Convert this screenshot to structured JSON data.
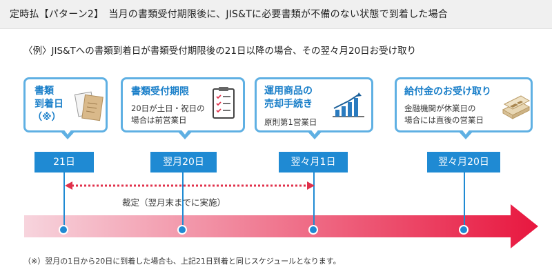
{
  "header": {
    "title": "定時払【パターン2】　当月の書類受付期限後に、JIS&Tに必要書類が不備のない状態で到着した場合"
  },
  "example": {
    "text": "〈例〉JIS&Tへの書類到着日が書類受付期限後の21日以降の場合、その翌々月20日お受け取り"
  },
  "cards": [
    {
      "title_l1": "書類",
      "title_l2": "到着日",
      "title_l3": "（※）",
      "icon": "documents-icon"
    },
    {
      "title": "書類受付期限",
      "desc_l1": "20日が土日・祝日の",
      "desc_l2": "場合は前営業日",
      "icon": "checklist-clipboard-icon"
    },
    {
      "title_l1": "運用商品の",
      "title_l2": "売却手続き",
      "desc": "原則第1営業日",
      "icon": "rising-bar-chart-icon"
    },
    {
      "title": "給付金のお受け取り",
      "desc_l1": "金融機関が休業日の",
      "desc_l2": "場合には直後の営業日",
      "icon": "money-bundle-icon"
    }
  ],
  "dates": [
    "21日",
    "翌月20日",
    "翌々月1日",
    "翌々月20日"
  ],
  "period_label": "裁定（翌月末までに実施）",
  "footnote": "（※）翌月の1日から20日に到着した場合も、上記21日到着と同じスケジュールとなります。",
  "colors": {
    "accent": "#1f8ad3",
    "card_border": "#5fb0e3",
    "title_text": "#1a7fc9",
    "dotted": "#e0314b",
    "arrow_start": "#f7d4dd",
    "arrow_end": "#e8173f"
  }
}
